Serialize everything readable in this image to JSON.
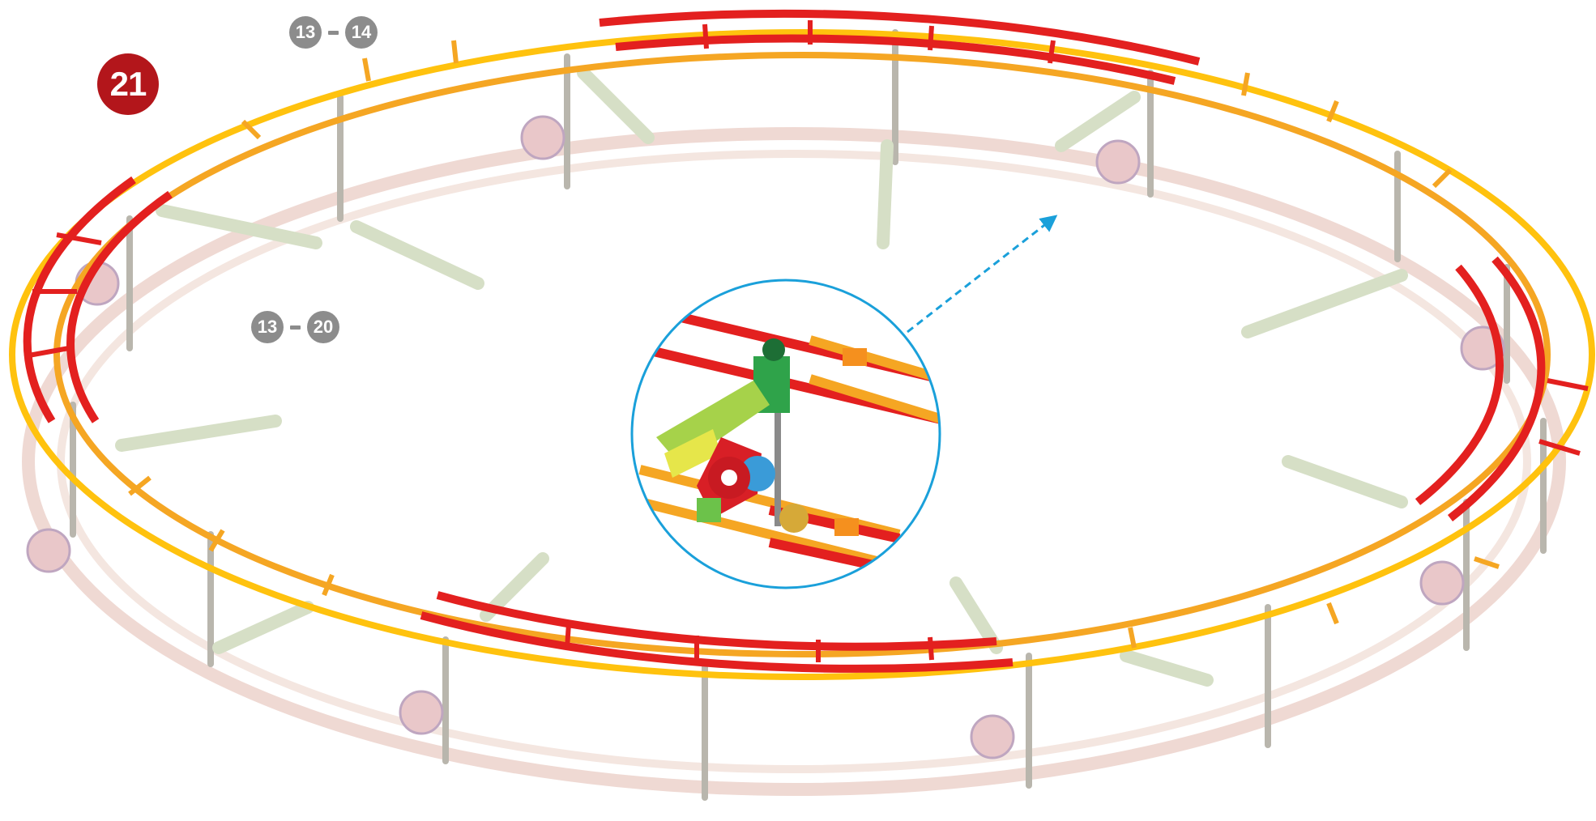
{
  "step": {
    "number": "21"
  },
  "references": [
    {
      "from": "13",
      "to": "14"
    },
    {
      "from": "13",
      "to": "20"
    }
  ],
  "colors": {
    "step_badge": "#b3161b",
    "reference_badge": "#8c8c8c",
    "track_red": "#e3201f",
    "track_orange": "#f5a623",
    "track_yellow": "#ffc20e",
    "lower_ring": "#efd9d3",
    "support_rod": "#b9b6ad",
    "arm_parts": "#d6dfc6",
    "pointer_line": "#1aa0da",
    "zoom_circle": "#1aa0da"
  },
  "icons": {
    "zoom_detail": "magnified-connector-detail",
    "pointer": "dashed-arrow-icon"
  }
}
